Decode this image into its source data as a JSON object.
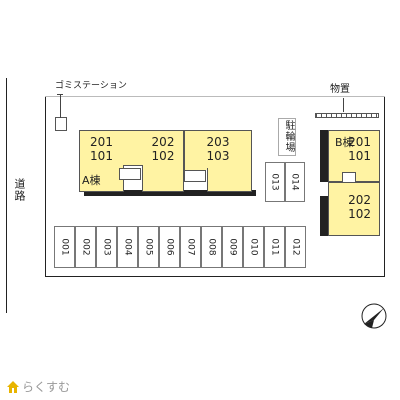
{
  "labels": {
    "garbage_station": "ゴミステーション",
    "storage": "物置",
    "road": "道路",
    "bike_parking": "駐輪場",
    "building_a": "A棟",
    "building_b": "B棟",
    "brand": "らくすむ"
  },
  "building_a_units": [
    {
      "upper": "201",
      "lower": "101"
    },
    {
      "upper": "202",
      "lower": "102"
    },
    {
      "upper": "203",
      "lower": "103"
    }
  ],
  "building_b_units": [
    {
      "upper": "201",
      "lower": "101"
    },
    {
      "upper": "202",
      "lower": "102"
    }
  ],
  "parking_row": [
    "001",
    "002",
    "003",
    "004",
    "005",
    "006",
    "007",
    "008",
    "009",
    "010",
    "011",
    "012"
  ],
  "parking_small": [
    "013",
    "014"
  ]
}
